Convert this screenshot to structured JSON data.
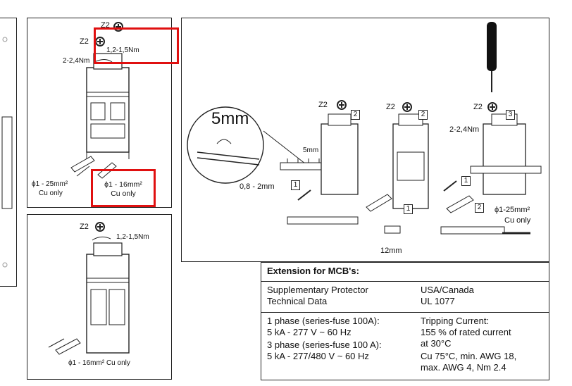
{
  "panel_tl": {
    "z2_top": "Z2",
    "z2_mid": "Z2",
    "torque_a": "1,2-1,5Nm",
    "torque_b": "2-2,4Nm",
    "wire_a_size": "ϕ1 - 25mm²",
    "wire_a_note": "Cu only",
    "wire_b_size": "ϕ1 - 16mm²",
    "wire_b_note": "Cu only"
  },
  "panel_bl": {
    "z2": "Z2",
    "torque": "1,2-1,5Nm",
    "wire": "ϕ1 - 16mm² Cu only"
  },
  "panel_main": {
    "mm5_big": "5mm",
    "mm5_small": "5mm",
    "range": "0,8 - 2mm",
    "step1a": "1",
    "step1b": "1",
    "step1c": "1",
    "step2a": "2",
    "step2b": "2",
    "step2c": "2",
    "step3": "3",
    "z2_a": "Z2",
    "z2_b": "Z2",
    "z2_c": "Z2",
    "torque_c": "2-2,4Nm",
    "strip": "12mm",
    "wire_c_size": "ϕ1-25mm²",
    "wire_c_note": "Cu only"
  },
  "table": {
    "title": "Extension for MCB's:",
    "r1_left_1": "Supplementary Protector",
    "r1_left_2": "Technical Data",
    "r1_right_1": "USA/Canada",
    "r1_right_2": "UL 1077",
    "r2_left_1": "1 phase (series-fuse 100A):",
    "r2_left_2": "5 kA - 277 V ~ 60 Hz",
    "r2_left_3": "3 phase (series-fuse 100 A):",
    "r2_left_4": "5 kA - 277/480 V ~ 60 Hz",
    "r2_right_1": "Tripping Current:",
    "r2_right_2": "155 % of rated current",
    "r2_right_3": "at 30°C",
    "r2_right_4": "Cu 75°C, min. AWG 18,",
    "r2_right_5": "max. AWG 4, Nm 2.4"
  },
  "colors": {
    "highlight": "#e01010",
    "line": "#222222"
  }
}
